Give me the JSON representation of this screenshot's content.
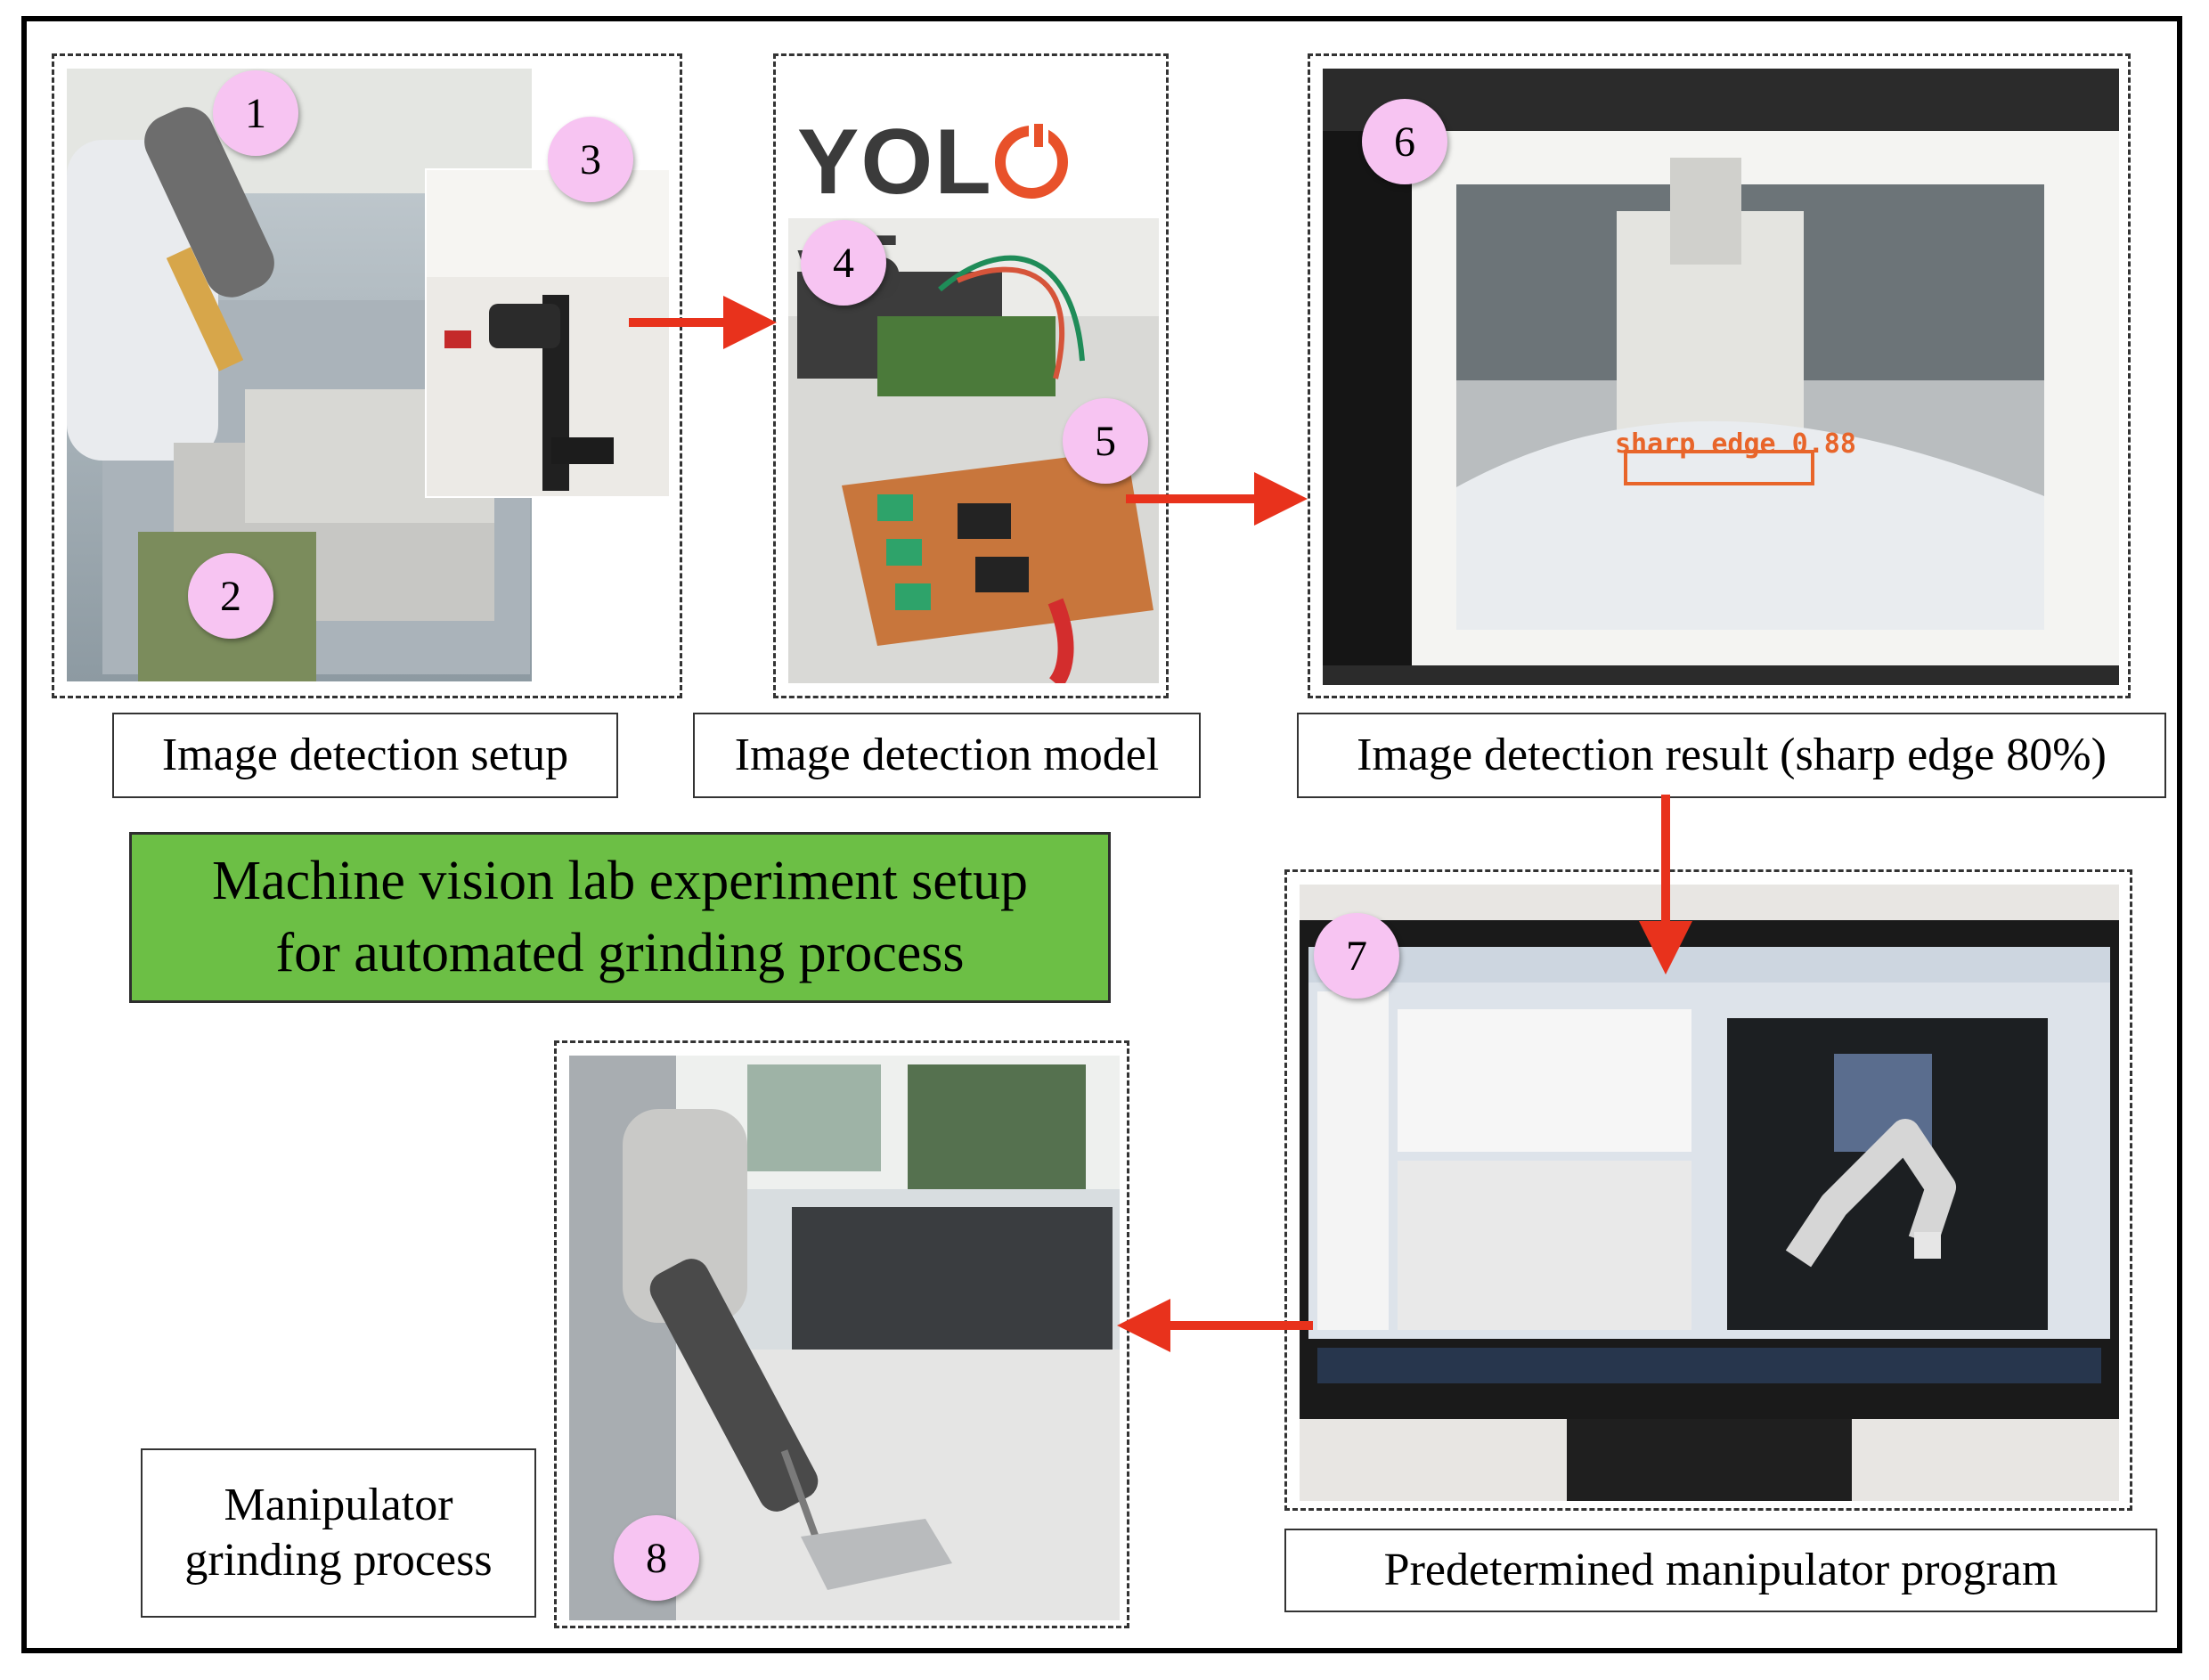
{
  "figure": {
    "title_lines": [
      "Machine vision lab experiment setup",
      "for automated grinding process"
    ],
    "colors": {
      "title_bg": "#6cbf45",
      "arrow": "#e8321c",
      "badge": "#f7c4f2",
      "detection_box": "#e8652a"
    }
  },
  "captions": {
    "setup": "Image detection setup",
    "model": "Image detection model",
    "result": "Image detection result (sharp edge 80%)",
    "program": "Predetermined manipulator program",
    "grinding_line1": "Manipulator",
    "grinding_line2": "grinding process"
  },
  "badges": [
    "1",
    "2",
    "3",
    "4",
    "5",
    "6",
    "7",
    "8"
  ],
  "model": {
    "logo_text_left": "YOL",
    "logo_text_right": "v5"
  },
  "detection": {
    "label": "sharp edge 0.88"
  }
}
